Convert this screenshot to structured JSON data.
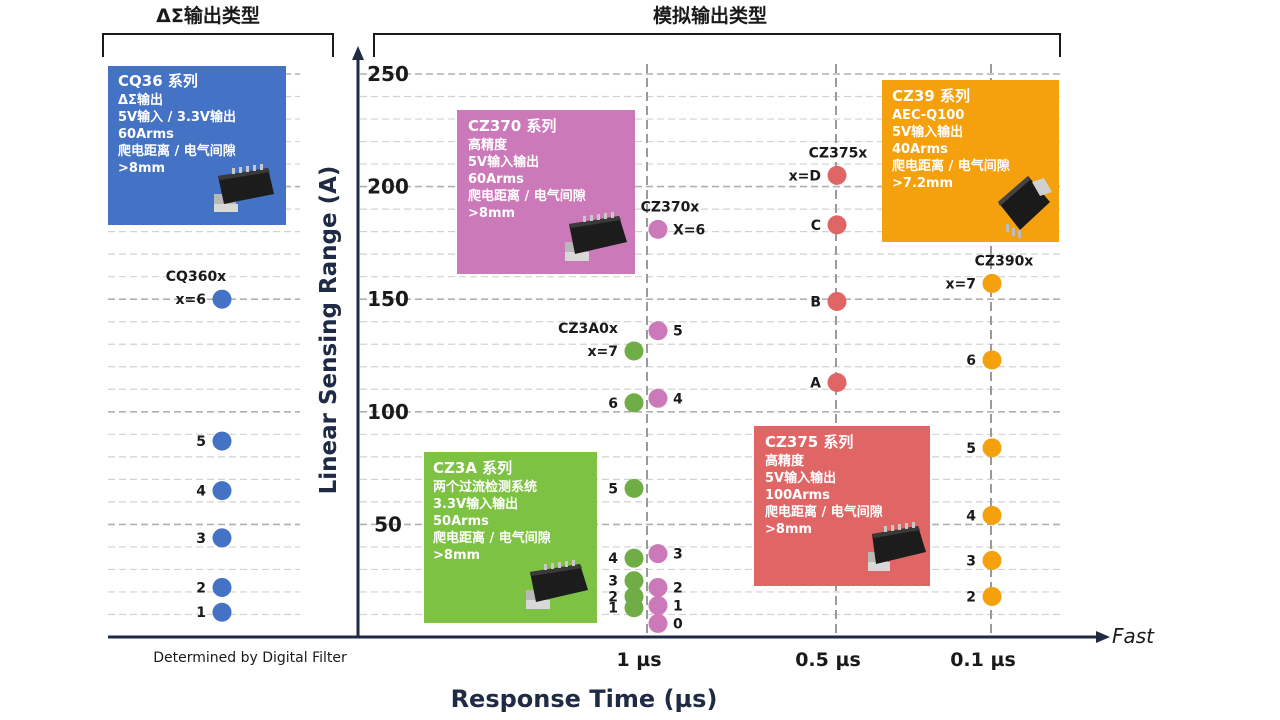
{
  "chart_data": {
    "type": "scatter",
    "title": "",
    "xlabel": "Response Time (µs)",
    "ylabel": "Linear Sensing Range (A)",
    "x_direction_label": "Fast",
    "x_ticks": [
      "1 µs",
      "0.5 µs",
      "0.1 µs"
    ],
    "x_note": "Determined by Digital Filter",
    "y_ticks": [
      50,
      100,
      150,
      200,
      250
    ],
    "ylim": [
      0,
      250
    ],
    "section_labels": {
      "delta_sigma": "ΔΣ输出类型",
      "analog": "模拟输出类型"
    },
    "grid": true,
    "series": [
      {
        "family": "CQ360x",
        "response_time": "Determined by Digital Filter",
        "color": "#4472c4",
        "points": [
          {
            "label": "x=6",
            "y": 150
          },
          {
            "label": "5",
            "y": 87
          },
          {
            "label": "4",
            "y": 65
          },
          {
            "label": "3",
            "y": 44
          },
          {
            "label": "2",
            "y": 22
          },
          {
            "label": "1",
            "y": 11
          }
        ]
      },
      {
        "family": "CZ3A0x",
        "response_time": "1 µs",
        "color": "#70ad47",
        "points": [
          {
            "label": "x=7",
            "y": 127
          },
          {
            "label": "6",
            "y": 104
          },
          {
            "label": "5",
            "y": 66
          },
          {
            "label": "4",
            "y": 35
          },
          {
            "label": "3",
            "y": 25
          },
          {
            "label": "2",
            "y": 18
          },
          {
            "label": "1",
            "y": 13
          }
        ]
      },
      {
        "family": "CZ370x",
        "response_time": "1 µs",
        "color": "#cc79b9",
        "points": [
          {
            "label": "X=6",
            "y": 181
          },
          {
            "label": "5",
            "y": 136
          },
          {
            "label": "4",
            "y": 106
          },
          {
            "label": "3",
            "y": 37
          },
          {
            "label": "2",
            "y": 22
          },
          {
            "label": "1",
            "y": 14
          },
          {
            "label": "0",
            "y": 6
          }
        ]
      },
      {
        "family": "CZ375x",
        "response_time": "0.5 µs",
        "color": "#e06666",
        "points": [
          {
            "label": "x=D",
            "y": 205
          },
          {
            "label": "C",
            "y": 183
          },
          {
            "label": "B",
            "y": 149
          },
          {
            "label": "A",
            "y": 113
          }
        ]
      },
      {
        "family": "CZ390x",
        "response_time": "0.1 µs",
        "color": "#f5a10e",
        "points": [
          {
            "label": "x=7",
            "y": 157
          },
          {
            "label": "6",
            "y": 123
          },
          {
            "label": "5",
            "y": 84
          },
          {
            "label": "4",
            "y": 54
          },
          {
            "label": "3",
            "y": 34
          },
          {
            "label": "2",
            "y": 18
          }
        ]
      }
    ]
  },
  "families": [
    {
      "key": "cq36",
      "title": "CQ36 系列",
      "color": "#4472c4",
      "lines": [
        "ΔΣ输出",
        "5V输入 / 3.3V输出",
        "60Arms",
        "爬电距离 / 电气间隙",
        ">8mm"
      ]
    },
    {
      "key": "cz370",
      "title": "CZ370 系列",
      "color": "#cc79b9",
      "lines": [
        "高精度",
        "5V输入输出",
        "60Arms",
        "爬电距离 / 电气间隙",
        ">8mm"
      ]
    },
    {
      "key": "cz39",
      "title": "CZ39 系列",
      "color": "#f5a10e",
      "lines": [
        "AEC-Q100",
        "5V输入输出",
        "40Arms",
        "爬电距离 / 电气间隙",
        ">7.2mm"
      ]
    },
    {
      "key": "cz3a",
      "title": "CZ3A 系列",
      "color": "#7dc242",
      "lines": [
        "两个过流检测系统",
        "3.3V输入输出",
        "50Arms",
        "爬电距离 / 电气间隙",
        ">8mm"
      ]
    },
    {
      "key": "cz375",
      "title": "CZ375 系列",
      "color": "#e06666",
      "lines": [
        "高精度",
        "5V输入输出",
        "100Arms",
        "爬电距离 / 电气间隙",
        ">8mm"
      ]
    }
  ]
}
